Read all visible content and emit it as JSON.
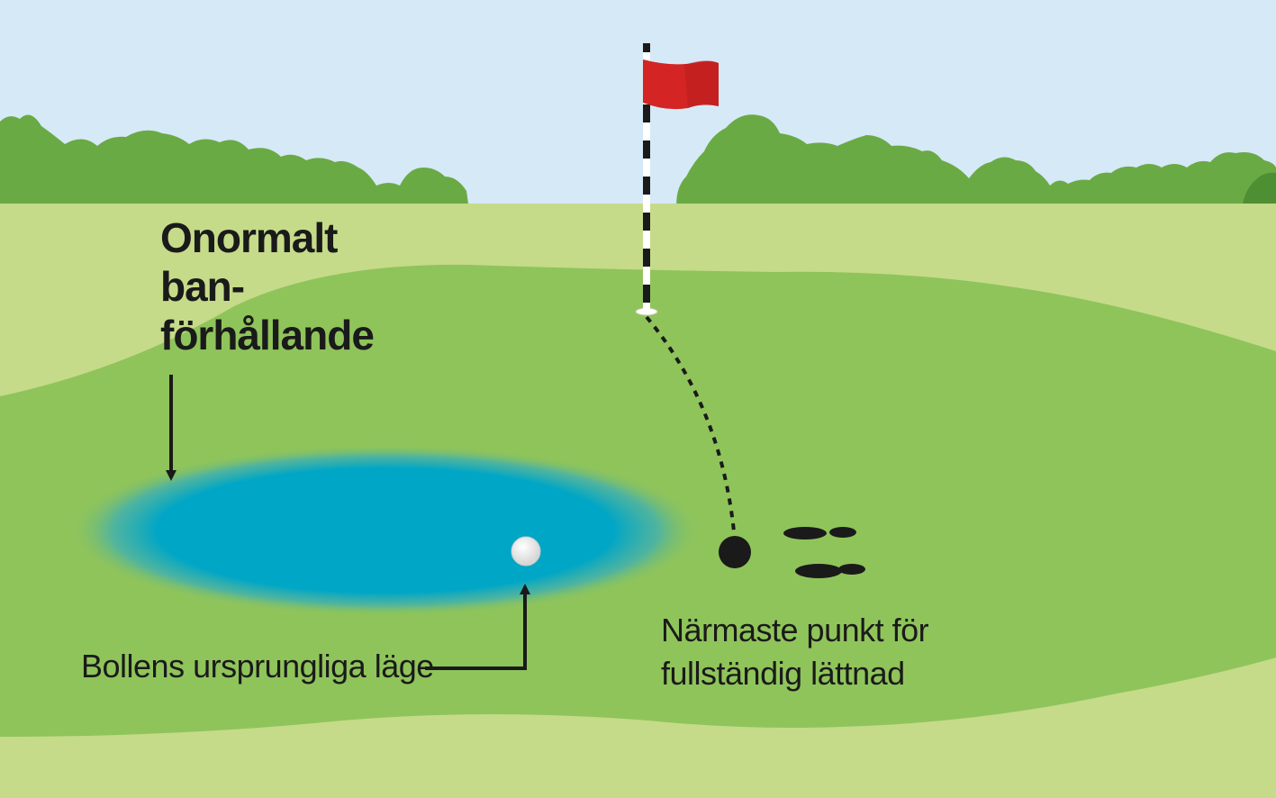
{
  "title": {
    "lines": [
      "Onormalt",
      "ban-",
      "förhållande"
    ]
  },
  "ball_label": "Bollens ursprungliga läge",
  "relief_label": {
    "lines": [
      "Närmaste punkt för",
      "fullständig lättnad"
    ]
  },
  "colors": {
    "sky": "#d6e9f7",
    "trees": "#6aaa45",
    "light_grass": "#c5db89",
    "fairway": "#8fc45a",
    "water": "#00a6c6",
    "flag": "#d42424",
    "ink": "#1a1a1a"
  },
  "icons": [
    "flag-icon",
    "golf-ball-icon",
    "footprints-icon"
  ]
}
